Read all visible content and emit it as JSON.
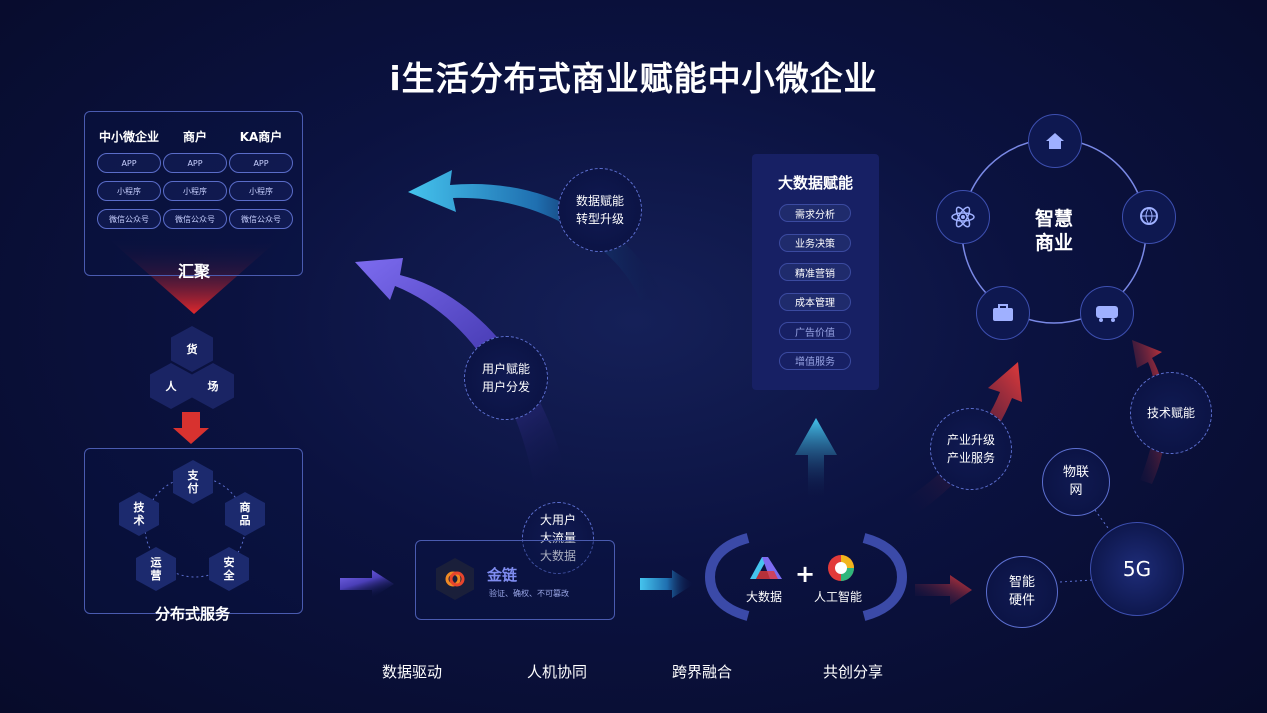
{
  "title": "i生活分布式商业赋能中小微企业",
  "merchants": {
    "columns": [
      {
        "head": "中小微企业",
        "items": [
          "APP",
          "小程序",
          "微信公众号"
        ]
      },
      {
        "head": "商户",
        "items": [
          "APP",
          "小程序",
          "微信公众号"
        ]
      },
      {
        "head": "KA商户",
        "items": [
          "APP",
          "小程序",
          "微信公众号"
        ]
      }
    ],
    "gather_label": "汇聚"
  },
  "triad": {
    "top": "货",
    "left": "人",
    "right": "场"
  },
  "services": {
    "items": [
      "支\n付",
      "商\n品",
      "安\n全",
      "运\n营",
      "技\n术"
    ],
    "label": "分布式服务"
  },
  "bubbles": {
    "data_empower": "数据赋能\n转型升级",
    "user_empower": "用户赋能\n用户分发",
    "big_three": "大用户\n大流量\n大数据",
    "industry": "产业升级\n产业服务",
    "tech_empower": "技术赋能",
    "iot": "物联\n网",
    "fiveg": "5G",
    "smart_hw": "智能\n硬件"
  },
  "jinlian": {
    "name": "金链",
    "sub": "验证、确权、不可篡改"
  },
  "bigdata_panel": {
    "title": "大数据赋能",
    "items": [
      "需求分析",
      "业务决策",
      "精准营销",
      "成本管理",
      "广告价值",
      "增值服务"
    ]
  },
  "ai_combo": {
    "bigdata": "大数据",
    "plus": "+",
    "ai": "人工智能"
  },
  "smart_business": {
    "label": "智慧\n商业",
    "icons": [
      "house-leaf-icon",
      "globe-hand-icon",
      "bus-icon",
      "briefcase-icon",
      "atom-icon"
    ]
  },
  "bottom": [
    "数据驱动",
    "人机协同",
    "跨界融合",
    "共创分享"
  ],
  "colors": {
    "accent_blue": "#3fb4e6",
    "accent_purple": "#6b5fe0",
    "accent_red": "#e23a3a",
    "bg": "#0b1240"
  }
}
